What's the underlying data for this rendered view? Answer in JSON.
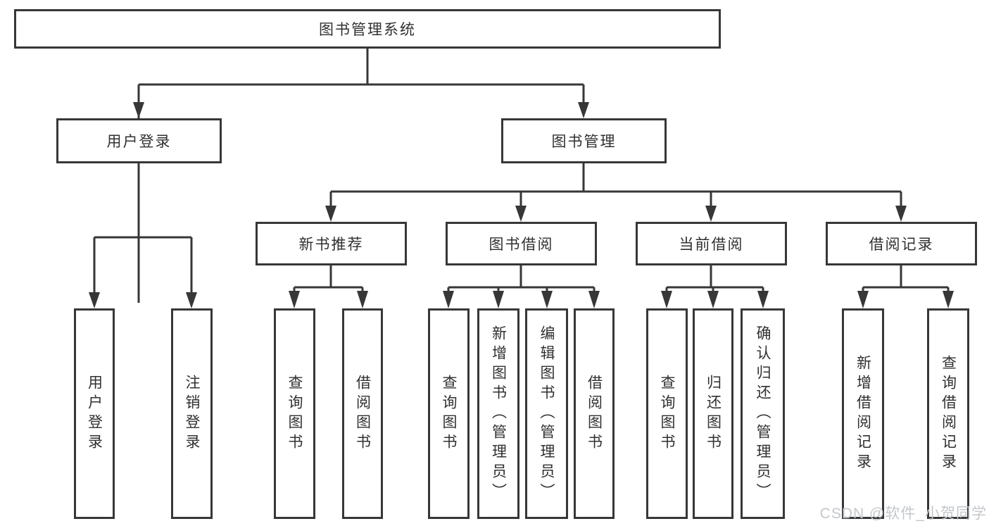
{
  "diagram": {
    "nodes": {
      "root": "图书管理系统",
      "user_login": "用户登录",
      "book_mgmt": "图书管理",
      "new_book_rec": "新书推荐",
      "book_borrow": "图书借阅",
      "current_borrow": "当前借阅",
      "borrow_record": "借阅记录",
      "leaf_user_login": "用户登录",
      "leaf_logout": "注销登录",
      "leaf_query_books_rec": "查询图书",
      "leaf_borrow_books_rec": "借阅图书",
      "leaf_query_books_borrow": "查询图书",
      "leaf_add_books": "新增图书（管理员）",
      "leaf_edit_books": "编辑图书（管理员）",
      "leaf_borrow_books": "借阅图书",
      "leaf_query_books_current": "查询图书",
      "leaf_return_books": "归还图书",
      "leaf_confirm_return": "确认归还（管理员）",
      "leaf_add_record": "新增借阅记录",
      "leaf_query_record": "查询借阅记录"
    },
    "colors": {
      "line": "#373737",
      "text": "#303030",
      "background": "#ffffff",
      "watermark": "#c3c7cb"
    }
  },
  "watermark": "CSDN @软件_小贺同学"
}
